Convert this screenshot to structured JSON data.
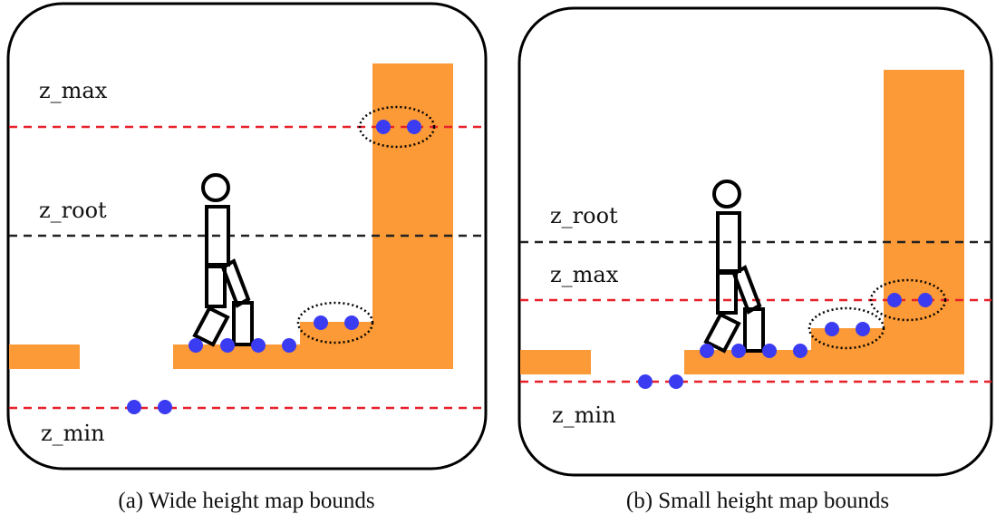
{
  "panels": [
    {
      "id": "a",
      "caption": "(a) Wide height map bounds",
      "labels": {
        "z_max": "z_max",
        "z_root": "z_root",
        "z_min": "z_min"
      }
    },
    {
      "id": "b",
      "caption": "(b) Small height map bounds",
      "labels": {
        "z_root": "z_root",
        "z_max": "z_max",
        "z_min": "z_min"
      }
    }
  ],
  "colors": {
    "terrain": "#fb9a36",
    "sample_point": "#3b3bf2",
    "bound_line": "#e8202a",
    "root_line": "#222222",
    "frame": "#000000"
  }
}
